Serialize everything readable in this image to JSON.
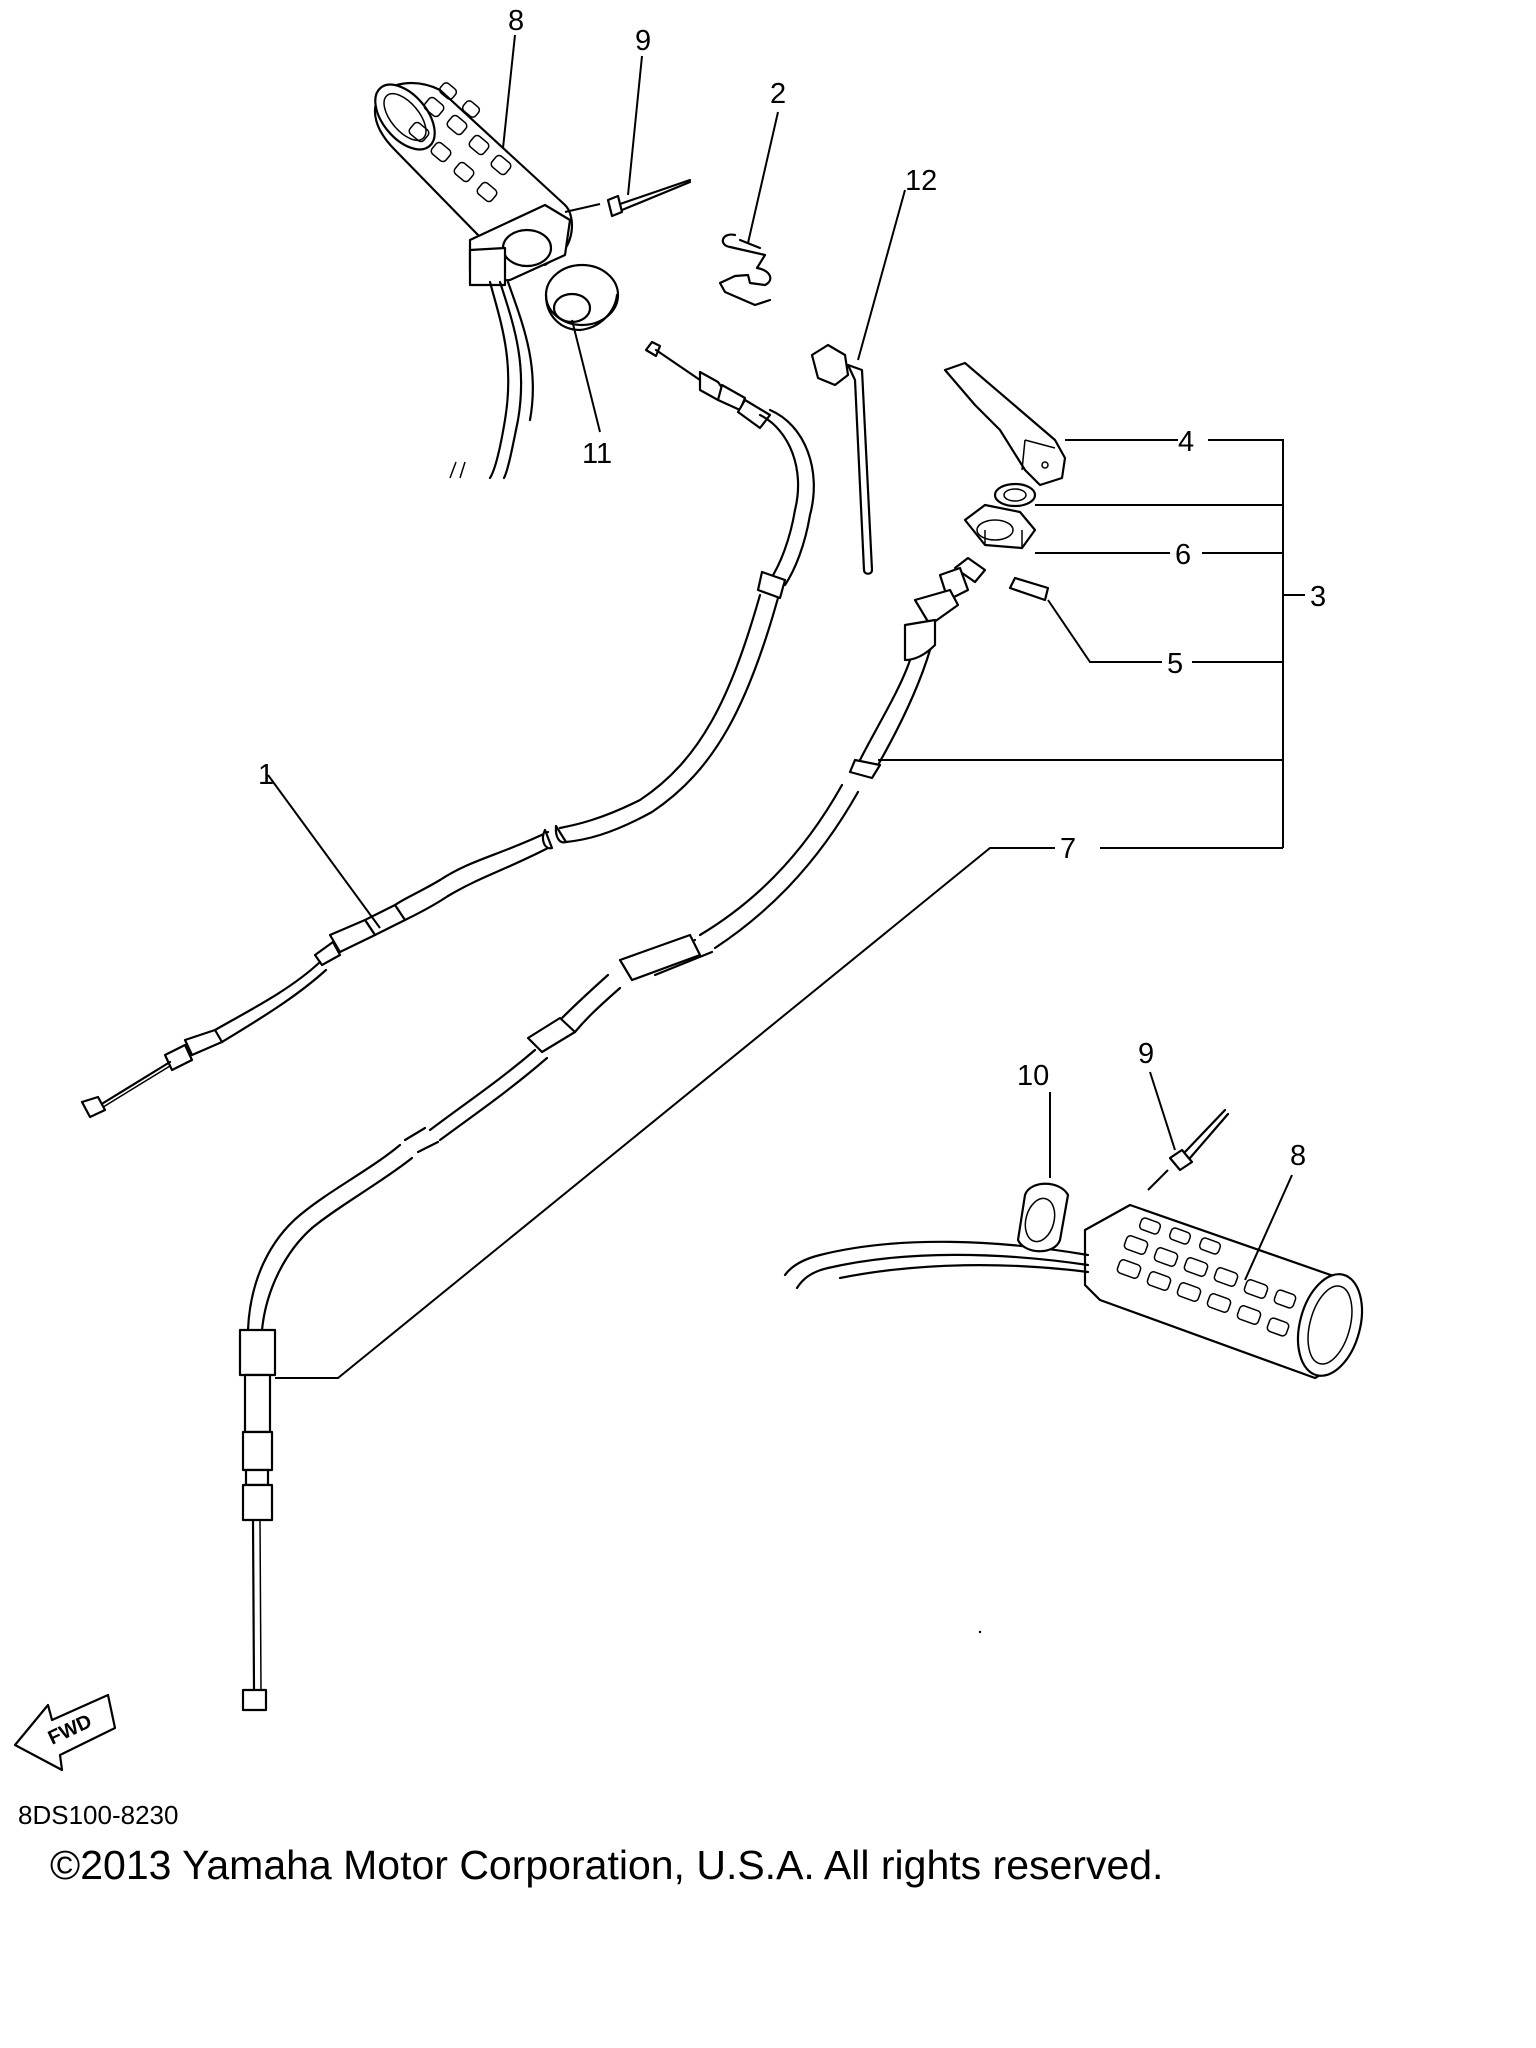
{
  "diagram": {
    "callouts": {
      "c1": "1",
      "c2": "2",
      "c3": "3",
      "c4": "4",
      "c5": "5",
      "c6": "6",
      "c7": "7",
      "c8_top": "8",
      "c8_bottom": "8",
      "c9_top": "9",
      "c9_bottom": "9",
      "c10": "10",
      "c11": "11",
      "c12": "12"
    },
    "fwd_label": "FWD",
    "drawing_code": "8DS100-8230",
    "copyright": "©2013 Yamaha Motor Corporation, U.S.A. All rights reserved."
  }
}
